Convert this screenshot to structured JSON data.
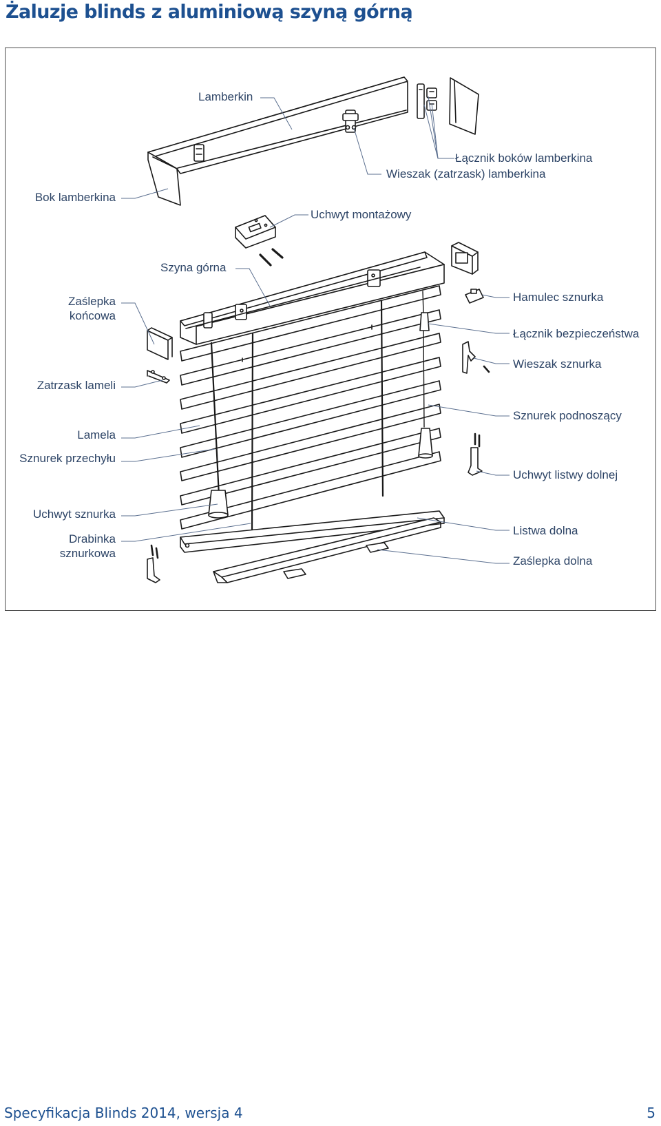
{
  "page": {
    "title": "Żaluzje blinds z aluminiową szyną górną",
    "footer_text": "Specyfikacja Blinds 2014, wersja 4",
    "page_number": "5"
  },
  "labels": {
    "lamberkin": "Lamberkin",
    "bok_lamberkina": "Bok lamberkina",
    "lacznik_bokow": "Łącznik boków lamberkina",
    "wieszak_lamberkina": "Wieszak (zatrzask) lamberkina",
    "uchwyt_montazowy": "Uchwyt montażowy",
    "szyna_gorna": "Szyna górna",
    "zaslepka_koncowa_1": "Zaślepka",
    "zaslepka_koncowa_2": "końcowa",
    "hamulec_sznurka": "Hamulec sznurka",
    "lacznik_bezpieczenstwa": "Łącznik bezpieczeństwa",
    "wieszak_sznurka": "Wieszak sznurka",
    "zatrzask_lameli": "Zatrzask lameli",
    "sznurek_podnoszacy": "Sznurek podnoszący",
    "lamela": "Lamela",
    "sznurek_przechylu": "Sznurek przechyłu",
    "uchwyt_listwy_dolnej": "Uchwyt listwy dolnej",
    "uchwyt_sznurka": "Uchwyt sznurka",
    "drabinka_1": "Drabinka",
    "drabinka_2": "sznurkowa",
    "listwa_dolna": "Listwa dolna",
    "zaslepka_dolna": "Zaślepka dolna"
  },
  "colors": {
    "title": "#1d5090",
    "label_text": "#2d4466",
    "leader_line": "#5b6f8f",
    "drawing_stroke": "#1a1a1a"
  }
}
